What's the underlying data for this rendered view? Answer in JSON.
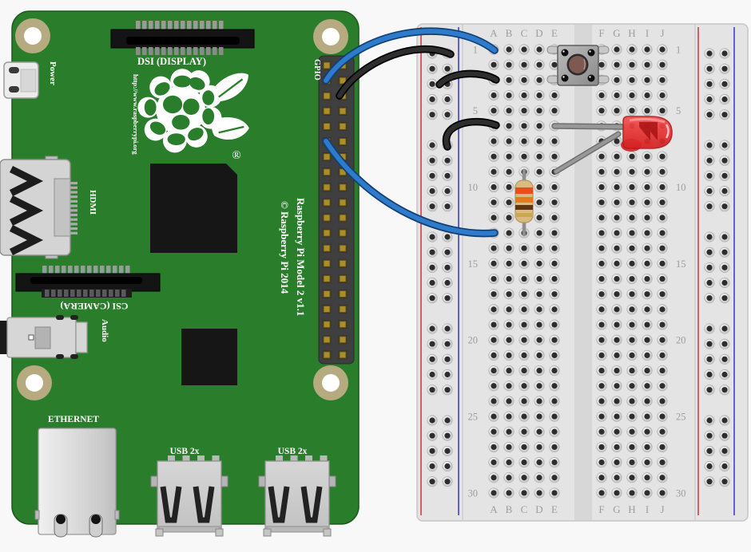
{
  "pi": {
    "board_color": "#2a7d2b",
    "labels": {
      "power": "Power",
      "dsi": "DSI (DISPLAY)",
      "url": "http://www.raspberrypi.org",
      "gpio": "GPIO",
      "hdmi": "HDMI",
      "csi": "CSI (CAMERA)",
      "audio": "Audio",
      "ethernet": "ETHERNET",
      "usb1": "USB 2x",
      "usb2": "USB 2x",
      "model_line1": "Raspberry Pi Model 2 v1.1",
      "model_line2": "© Raspberry Pi 2014",
      "registered_mark": "®"
    },
    "logo": "raspberry-pi-logo",
    "gpio_header": {
      "columns": 2,
      "rows": 20
    }
  },
  "breadboard": {
    "column_labels": [
      "A",
      "B",
      "C",
      "D",
      "E",
      "F",
      "G",
      "H",
      "I",
      "J"
    ],
    "row_numbers": [
      1,
      5,
      10,
      15,
      20,
      25,
      30
    ],
    "rows": 30,
    "rail_colors": {
      "red": "#d04040",
      "blue": "#4040d0"
    }
  },
  "components": [
    {
      "name": "pushbutton",
      "cap_color": "#7d5952",
      "body_color": "#a6a6a6",
      "position": "rows 1-3, columns E/F across center channel"
    },
    {
      "name": "led",
      "color": "red",
      "leg_positions": [
        "E6",
        "E9"
      ]
    },
    {
      "name": "resistor",
      "band_colors": [
        "orange",
        "orange",
        "brown",
        "gold"
      ],
      "position": "C9 to C13"
    }
  ],
  "wires": [
    {
      "color": "blue",
      "from": "GPIO header pin (left column, pin 2)",
      "to": "breadboard A1"
    },
    {
      "color": "black",
      "from": "GPIO header pin (right column, pin 3)",
      "to": "left power rail (top)"
    },
    {
      "color": "black",
      "from": "left power rail",
      "to": "breadboard A3"
    },
    {
      "color": "black",
      "from": "left power rail",
      "to": "breadboard A6"
    },
    {
      "color": "blue",
      "from": "GPIO header pin (left column, pin 6)",
      "to": "breadboard A13"
    }
  ]
}
